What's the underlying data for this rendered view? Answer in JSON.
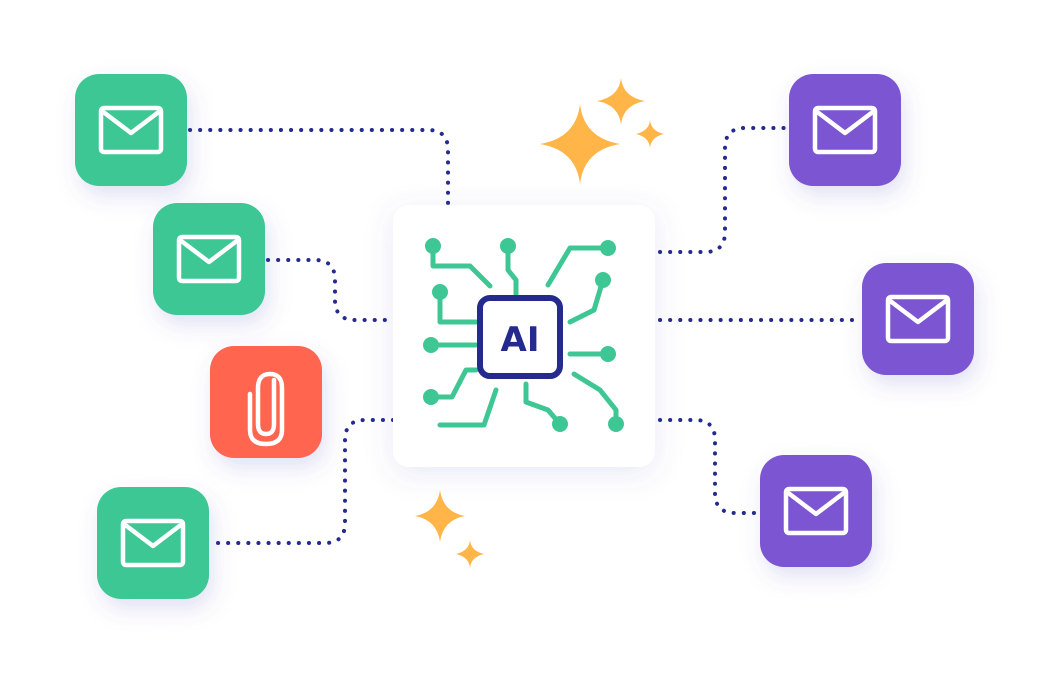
{
  "colors": {
    "background": "#ffffff",
    "green_tile": "#3ec795",
    "purple_tile": "#7c55d2",
    "red_tile": "#ff6550",
    "navy": "#242a8e",
    "circuit_green": "#3ec795",
    "sparkle": "#ffb547",
    "card": "#ffffff"
  },
  "hub": {
    "label": "AI",
    "icon": "ai-chip-icon"
  },
  "inputs": [
    {
      "icon": "envelope-icon",
      "color": "green"
    },
    {
      "icon": "envelope-icon",
      "color": "green"
    },
    {
      "icon": "paperclip-icon",
      "color": "red"
    },
    {
      "icon": "envelope-icon",
      "color": "green"
    }
  ],
  "outputs": [
    {
      "icon": "envelope-icon",
      "color": "purple"
    },
    {
      "icon": "envelope-icon",
      "color": "purple"
    },
    {
      "icon": "envelope-icon",
      "color": "purple"
    }
  ],
  "decorations": [
    "sparkle-icon",
    "sparkle-icon",
    "sparkle-icon",
    "sparkle-icon",
    "sparkle-icon"
  ]
}
